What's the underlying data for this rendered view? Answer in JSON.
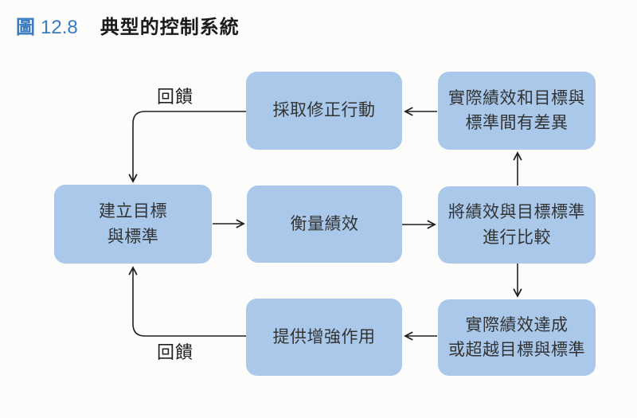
{
  "colors": {
    "box_fill": "#a9c8ea",
    "accent_blue": "#3a7bc0",
    "text_dark": "#333333",
    "arrow": "#1f1f1f",
    "background": "#fcfcfa"
  },
  "header": {
    "figure_icon": "圖",
    "figure_number": "12.8",
    "title": "典型的控制系統"
  },
  "diagram": {
    "boxes": [
      {
        "id": "establish-goals",
        "label": "建立目標\n與標準"
      },
      {
        "id": "measure-performance",
        "label": "衡量績效"
      },
      {
        "id": "compare-performance",
        "label": "將績效與目標標準\n進行比較"
      },
      {
        "id": "take-corrective-action",
        "label": "採取修正行動"
      },
      {
        "id": "performance-discrepancy",
        "label": "實際績效和目標與\n標準間有差異"
      },
      {
        "id": "provide-reinforcement",
        "label": "提供增強作用"
      },
      {
        "id": "performance-achieved",
        "label": "實際績效達成\n或超越目標與標準"
      }
    ],
    "feedback_label_top": "回饋",
    "feedback_label_bottom": "回饋"
  }
}
